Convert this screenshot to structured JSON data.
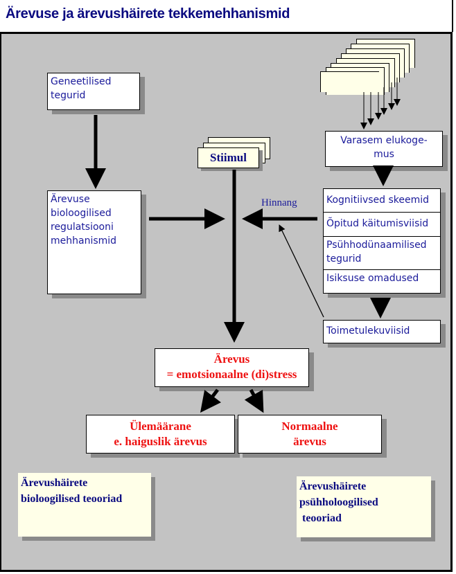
{
  "title": "Ärevuse ja ärevushäirete tekkemehhanismid",
  "nodes": {
    "genetic": [
      "Geneetilised",
      "tegurid"
    ],
    "bio_regulation": [
      "Ärevuse",
      "bioloogilised",
      "regulatsiooni",
      "mehhanismid"
    ],
    "stimulus": "Stiimul",
    "life_experience": [
      "Varasem elukoge-",
      "mus"
    ],
    "factors": [
      [
        "Kognitiivsed skeemid"
      ],
      [
        "Õpitud käitumisviisid"
      ],
      [
        "Psühhodünaamilised",
        "tegurid"
      ],
      [
        "Isiksuse omadused"
      ]
    ],
    "coping": "Toimetulekuviisid",
    "anxiety": [
      "Ärevus",
      "= emotsionaalne (di)stress"
    ],
    "excessive": [
      "Ülemäärane",
      "e. haiguslik ärevus"
    ],
    "normal": [
      "Normaalne",
      "ärevus"
    ],
    "bio_theories": [
      "Ärevushäirete",
      "bioloogilised teooriad"
    ],
    "psych_theories": [
      "Ärevushäirete",
      "psühholoogilised",
      " teooriad"
    ]
  },
  "edge_labels": {
    "appraisal": "Hinnang"
  },
  "colors": {
    "title": "#0a0a80",
    "node_text": "#1a1a9a",
    "outcome_text": "#ee1111",
    "canvas": "#c3c3c3",
    "card": "#ffffe8"
  }
}
